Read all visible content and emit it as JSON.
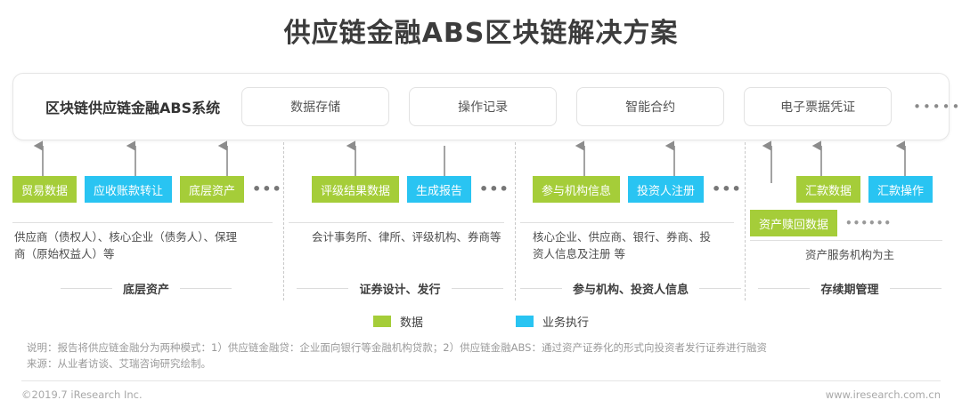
{
  "title": "供应链金融ABS区块链解决方案",
  "system_panel": {
    "label": "区块链供应链金融ABS系统",
    "boxes": [
      {
        "label": "数据存储"
      },
      {
        "label": "操作记录"
      },
      {
        "label": "智能合约"
      },
      {
        "label": "电子票据凭证"
      }
    ],
    "ellipsis": "••••••"
  },
  "legend": {
    "items": [
      {
        "label": "数据",
        "color": "#a5cd39",
        "key": "green"
      },
      {
        "label": "业务执行",
        "color": "#29c4f2",
        "key": "blue"
      }
    ]
  },
  "columns": [
    {
      "id": "underlying-assets",
      "footer": "底层资产",
      "description": "供应商（债权人）、核心企业（债务人）、保理商（原始权益人）等",
      "description_line1": "供应商（债权人）、核心企业（债务人）、保理",
      "description_line2": "商（原始权益人）等",
      "ellipsis": "•••",
      "chips": [
        {
          "label": "贸易数据",
          "type": "green",
          "arrow": "up"
        },
        {
          "label": "应收账款转让",
          "type": "blue",
          "arrow": "up"
        },
        {
          "label": "底层资产",
          "type": "green",
          "arrow": "up"
        }
      ]
    },
    {
      "id": "securities-design-issuance",
      "footer": "证券设计、发行",
      "description": "会计事务所、律所、评级机构、券商等",
      "description_line1": "会计事务所、律所、评级机构、券商等",
      "description_line2": "",
      "ellipsis": "•••",
      "chips": [
        {
          "label": "评级结果数据",
          "type": "green",
          "arrow": "up"
        },
        {
          "label": "生成报告",
          "type": "blue",
          "arrow": "down"
        }
      ]
    },
    {
      "id": "participants-investors",
      "footer": "参与机构、投资人信息",
      "description": "核心企业、供应商、银行、券商、投资人信息及注册 等",
      "description_line1": "核心企业、供应商、银行、券商、投",
      "description_line2": "资人信息及注册 等",
      "ellipsis": "•••",
      "chips": [
        {
          "label": "参与机构信息",
          "type": "green",
          "arrow": "up"
        },
        {
          "label": "投资人注册",
          "type": "blue",
          "arrow": "up"
        }
      ]
    },
    {
      "id": "duration-management",
      "footer": "存续期管理",
      "description": "资产服务机构为主",
      "description_line1": "资产服务机构为主",
      "description_line2": "",
      "ellipsis": "••••••",
      "chips": [
        {
          "label": "汇款数据",
          "type": "green",
          "arrow": "up"
        },
        {
          "label": "汇款操作",
          "type": "blue",
          "arrow": "up"
        }
      ],
      "extra_chip": {
        "label": "资产赎回数据",
        "type": "green",
        "arrow": "up"
      }
    }
  ],
  "notes": {
    "line1": "说明：报告将供应链金融分为两种模式：1）供应链金融贷：企业面向银行等金融机构贷款；2）供应链金融ABS：通过资产证券化的形式向投资者发行证券进行融资",
    "line2": "来源：从业者访谈、艾瑞咨询研究绘制。"
  },
  "footer": {
    "copyright": "©2019.7 iResearch Inc.",
    "website": "www.iresearch.com.cn"
  }
}
